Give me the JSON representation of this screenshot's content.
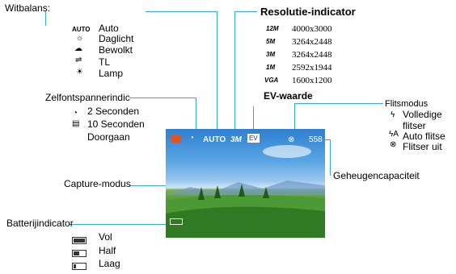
{
  "whitebalance": {
    "title": "Witbalans:",
    "items": [
      {
        "icon": "AUTO",
        "label": "Auto"
      },
      {
        "icon": "☼",
        "label": "Daglicht"
      },
      {
        "icon": "☁",
        "label": "Bewolkt"
      },
      {
        "icon": "⇌",
        "label": "TL"
      },
      {
        "icon": "☀",
        "label": "Lamp"
      }
    ]
  },
  "resolution": {
    "title": "Resolutie-indicator",
    "items": [
      {
        "icon": "12M",
        "value": "4000x3000"
      },
      {
        "icon": "5M",
        "value": "3264x2448"
      },
      {
        "icon": "3M",
        "value": "3264x2448"
      },
      {
        "icon": "1M",
        "value": "2592x1944"
      },
      {
        "icon": "VGA",
        "value": "1600x1200"
      }
    ]
  },
  "selftimer": {
    "title": "Zelfontspannerindic",
    "items": [
      "2 Seconden",
      "10 Seconden",
      "Doorgaan"
    ]
  },
  "ev": {
    "title": "EV-waarde"
  },
  "flash": {
    "title": "Flitsmodus",
    "items": [
      "Volledige",
      "flitser",
      "Auto flitse",
      "Flitser uit"
    ]
  },
  "memory": {
    "title": "Geheugencapaciteit"
  },
  "capture": {
    "title": "Capture-modus"
  },
  "battery": {
    "title": "Batterijindicator",
    "items": [
      {
        "label": "Vol",
        "fill": 1.0
      },
      {
        "label": "Half",
        "fill": 0.5
      },
      {
        "label": "Laag",
        "fill": 0.2
      }
    ]
  },
  "screen": {
    "mode": "AUTO",
    "res": "3M",
    "ev": "EV",
    "count": "558"
  }
}
